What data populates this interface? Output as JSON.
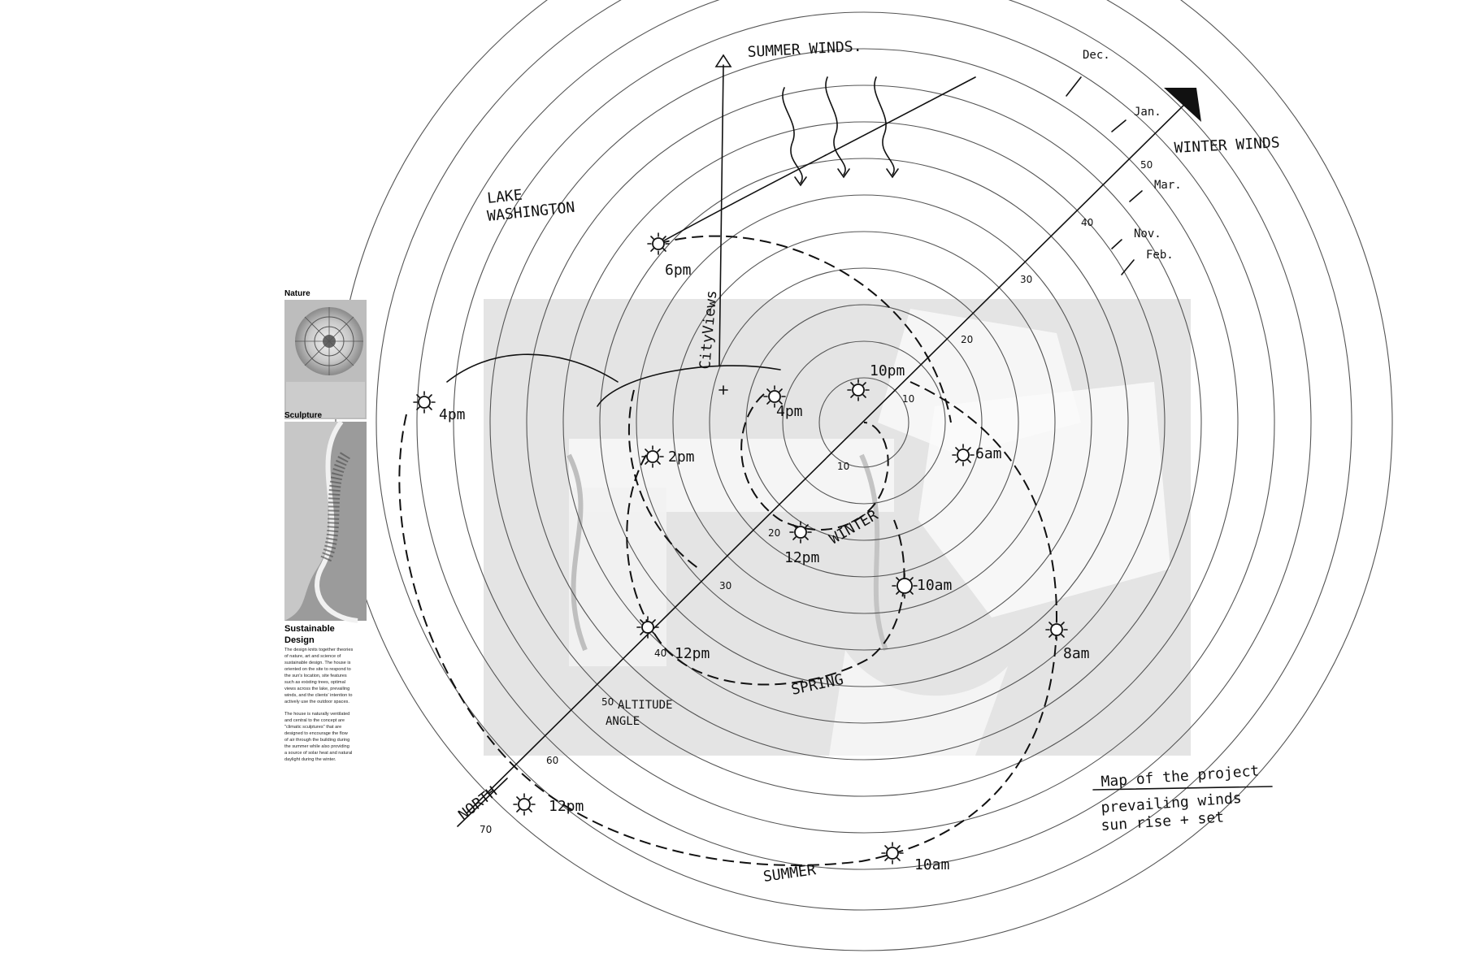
{
  "sidebar": {
    "nature_label": "Nature",
    "sculpture_label": "Sculpture",
    "section_title_line1": "Sustainable",
    "section_title_line2": "Design",
    "paragraph1": [
      "The design knits together theories",
      "of nature, art and science of",
      "sustainable design.  The house is",
      "oriented on the site to respond to",
      "the sun's location, site features",
      "such as existing trees, optimal",
      "views across the lake, prevailing",
      "winds,  and the clients' intention to",
      "actively use the outdoor spaces."
    ],
    "paragraph2": [
      "The house is naturally ventilated",
      "and central to the concept are",
      "\"climatic sculptures\" that are",
      "designed to encourage the flow",
      "of air through the building during",
      "the summer while also providing",
      "a source of solar heat and natural",
      "daylight during  the winter."
    ]
  },
  "annotations": {
    "summer_winds": "SUMMER WINDS.",
    "winter_winds": "WINTER WINDS",
    "lake_line1": "LAKE",
    "lake_line2": "WASHINGTON",
    "city_views": "CityViews",
    "north": "NORTH",
    "altitude_line1": "ALTITUDE",
    "altitude_line2": "ANGLE",
    "winter": "WINTER",
    "spring": "SPRING",
    "summer": "SUMMER",
    "map_title": "Map of the project",
    "map_line2": "prevailing winds",
    "map_line3": "sun rise + set"
  },
  "months": {
    "dec": "Dec.",
    "jan": "Jan.",
    "mar": "Mar.",
    "nov": "Nov.",
    "feb": "Feb."
  },
  "altitude_ticks": {
    "t10a": "10",
    "t10b": "10",
    "t20a": "20",
    "t20b": "20",
    "t30a": "30",
    "t30b": "30",
    "t40a": "40",
    "t40b": "40",
    "t50a": "50",
    "t50b": "50",
    "t60": "60",
    "t70": "70"
  },
  "sun_times": {
    "s6pm": "6pm",
    "s4pm_outer": "4pm",
    "s10pm": "10pm",
    "s4pm_inner": "4pm",
    "s2pm": "2pm",
    "s6am": "6am",
    "s12pm_winter": "12pm",
    "s10am_spring": "10am",
    "s12pm_spring": "12pm",
    "s8am": "8am",
    "s12pm_summer": "12pm",
    "s10am_summer": "10am"
  }
}
